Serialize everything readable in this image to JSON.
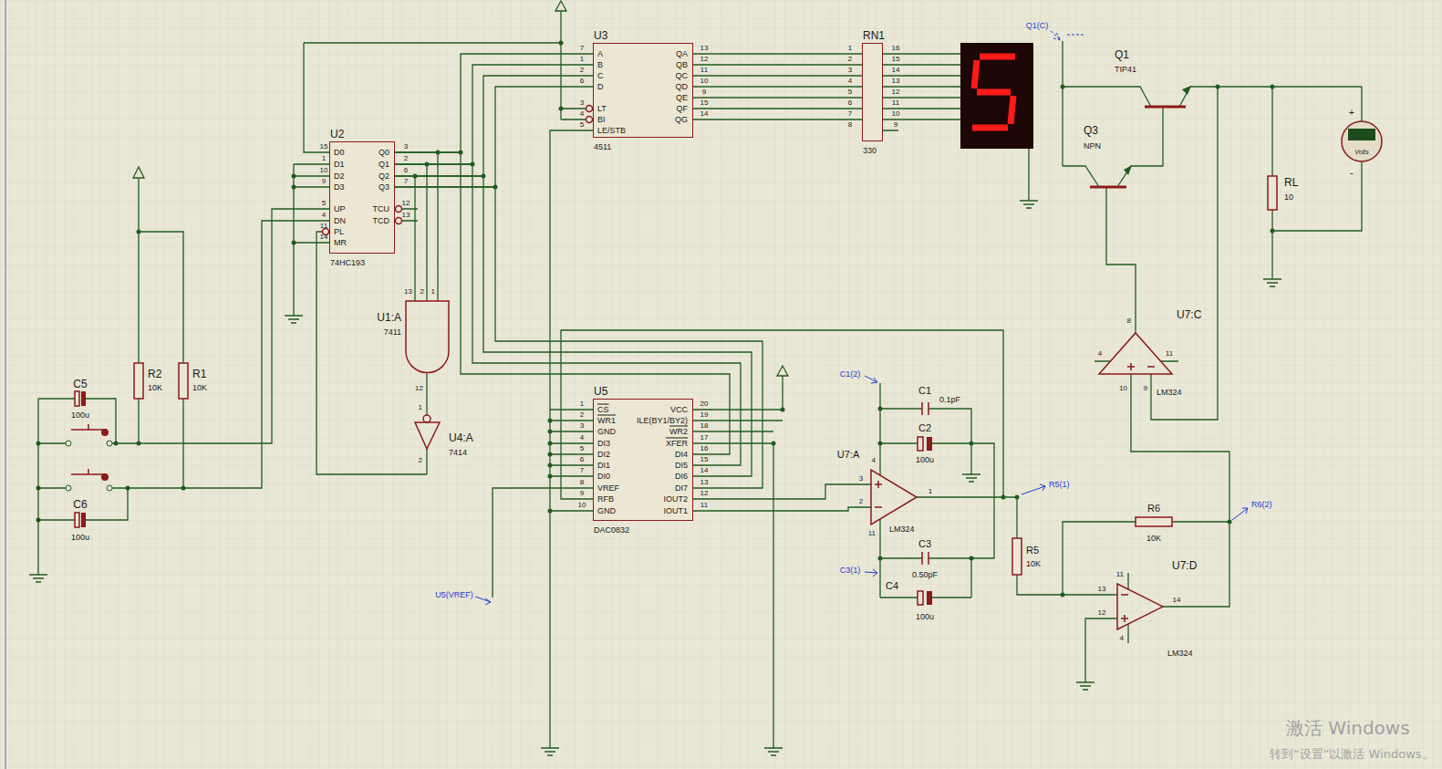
{
  "diagram": {
    "nodes": [
      {
        "text": [
          "U3",
          "A",
          "B",
          "C",
          "D",
          "LT",
          "BI",
          "LE/STB",
          "QA",
          "QB",
          "QC",
          "QD",
          "QE",
          "QF",
          "QG",
          "4511"
        ]
      },
      {
        "text": [
          "RN1",
          "330"
        ]
      },
      {
        "text": [
          "U2",
          "D0",
          "D1",
          "D2",
          "D3",
          "UP",
          "DN",
          "PL",
          "MR",
          "Q0",
          "Q1",
          "Q2",
          "Q3",
          "TCU",
          "TCD",
          "74HC193"
        ]
      },
      {
        "text": [
          "U5",
          "CS",
          "WR1",
          "GND",
          "DI3",
          "DI2",
          "DI1",
          "DI0",
          "VREF",
          "RFB",
          "GND",
          "VCC",
          "ILE(BY1/BY2)",
          "WR2",
          "XFER",
          "DI4",
          "DI5",
          "DI6",
          "DI7",
          "IOUT2",
          "IOUT1",
          "DAC0832"
        ]
      }
    ],
    "edges": [
      {
        "from": 0,
        "to": 1,
        "arrow": "none"
      },
      {
        "from": 0,
        "to": 1,
        "arrow": "none"
      },
      {
        "from": 0,
        "to": 1,
        "arrow": "none"
      },
      {
        "from": 0,
        "to": 1,
        "arrow": "none"
      },
      {
        "from": 0,
        "to": 1,
        "arrow": "none"
      },
      {
        "from": 0,
        "to": 1,
        "arrow": "none"
      },
      {
        "from": 0,
        "to": 1,
        "arrow": "none"
      },
      {
        "from": 2,
        "to": 0,
        "arrow": "none"
      },
      {
        "from": 2,
        "to": 0,
        "arrow": "none"
      },
      {
        "from": 2,
        "to": 0,
        "arrow": "none"
      },
      {
        "from": 2,
        "to": 0,
        "arrow": "none"
      },
      {
        "from": 2,
        "to": 3,
        "arrow": "none"
      },
      {
        "from": 2,
        "to": 3,
        "arrow": "none"
      },
      {
        "from": 2,
        "to": 3,
        "arrow": "none"
      },
      {
        "from": 2,
        "to": 3,
        "arrow": "none"
      }
    ],
    "labels": [
      "7",
      "1",
      "2",
      "6",
      "3",
      "4",
      "5",
      "13",
      "12",
      "11",
      "10",
      "9",
      "15",
      "14",
      "1",
      "2",
      "3",
      "4",
      "5",
      "6",
      "7",
      "8",
      "16",
      "15",
      "14",
      "13",
      "12",
      "11",
      "10",
      "9",
      "15",
      "1",
      "10",
      "9",
      "5",
      "4",
      "11",
      "14",
      "3",
      "2",
      "6",
      "7",
      "12",
      "13",
      "1",
      "2",
      "3",
      "4",
      "5",
      "6",
      "7",
      "8",
      "9",
      "10",
      "20",
      "19",
      "18",
      "17",
      "16",
      "15",
      "14",
      "13",
      "12",
      "11",
      "Q1(C)",
      "Q1",
      "TIP41",
      "Q3",
      "NPN",
      "RL",
      "10",
      "+",
      "Volts",
      "-",
      "U1:A",
      "7411",
      "13",
      "2",
      "1",
      "12",
      "U4:A",
      "7414",
      "1",
      "2",
      "C5",
      "100u",
      "C6",
      "100u",
      "R2",
      "10K",
      "R1",
      "10K",
      "C1(2)",
      "C1",
      "0.1pF",
      "C2",
      "100u",
      "U7:A",
      "3",
      "2",
      "1",
      "4",
      "11",
      "LM324",
      "C3",
      "0.50pF",
      "C4",
      "100u",
      "C3(1)",
      "R5(1)",
      "R5",
      "10K",
      "R6",
      "10K",
      "R6(2)",
      "U7:C",
      "8",
      "4",
      "11",
      "10",
      "9",
      "LM324",
      "U7:D",
      "13",
      "12",
      "14",
      "11",
      "4",
      "LM324",
      "U5(VREF)",
      "激活 Windows",
      "转到“设置”以激活 Windows。"
    ]
  }
}
